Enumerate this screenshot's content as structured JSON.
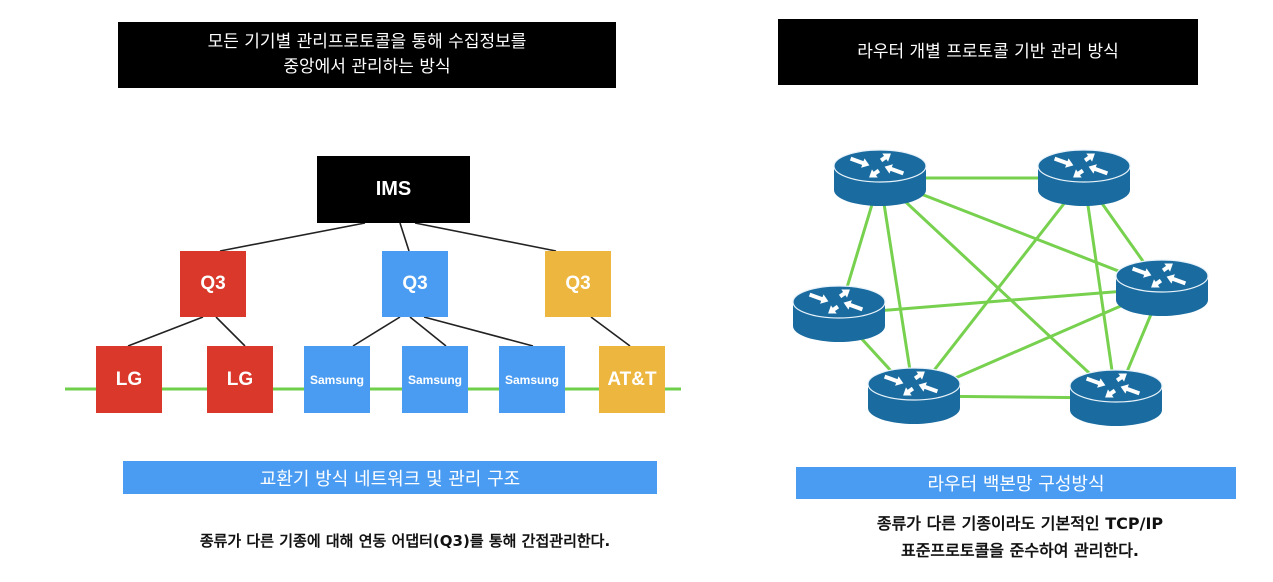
{
  "left_panel": {
    "title_lines": [
      "모든 기기별 관리프로토콜을 통해 수집정보를",
      "중앙에서 관리하는 방식"
    ],
    "root": {
      "label": "IMS",
      "color": "#000000"
    },
    "adapters": [
      {
        "label": "Q3",
        "color": "#d9382a"
      },
      {
        "label": "Q3",
        "color": "#4a9cf2"
      },
      {
        "label": "Q3",
        "color": "#edb63e"
      }
    ],
    "devices": [
      {
        "label": "LG",
        "color": "#d9382a",
        "adapter": 0
      },
      {
        "label": "LG",
        "color": "#d9382a",
        "adapter": 0
      },
      {
        "label": "Samsung",
        "color": "#4a9cf2",
        "adapter": 1
      },
      {
        "label": "Samsung",
        "color": "#4a9cf2",
        "adapter": 1
      },
      {
        "label": "Samsung",
        "color": "#4a9cf2",
        "adapter": 1
      },
      {
        "label": "AT&T",
        "color": "#edb63e",
        "adapter": 2
      }
    ],
    "bus_color": "#6fcf4b",
    "caption": "교환기 방식 네트워크 및 관리 구조",
    "description": "종류가 다른 기종에 대해 연동 어댑터(Q3)를 통해 간접관리한다."
  },
  "right_panel": {
    "title": "라우터 개별 프로토콜 기반 관리 방식",
    "router_color": "#1a6ca0",
    "link_color": "#77d14f",
    "routers": [
      "router-top-left",
      "router-top-right",
      "router-middle-right",
      "router-middle-left",
      "router-bottom-left",
      "router-bottom-right"
    ],
    "links": [
      [
        0,
        1
      ],
      [
        0,
        3
      ],
      [
        0,
        4
      ],
      [
        0,
        2
      ],
      [
        0,
        5
      ],
      [
        1,
        2
      ],
      [
        1,
        4
      ],
      [
        1,
        5
      ],
      [
        3,
        2
      ],
      [
        3,
        4
      ],
      [
        4,
        2
      ],
      [
        4,
        5
      ],
      [
        2,
        5
      ]
    ],
    "caption": "라우터 백본망 구성방식",
    "description_lines": [
      "종류가 다른 기종이라도 기본적인 TCP/IP",
      "표준프로토콜을 준수하여 관리한다."
    ]
  }
}
